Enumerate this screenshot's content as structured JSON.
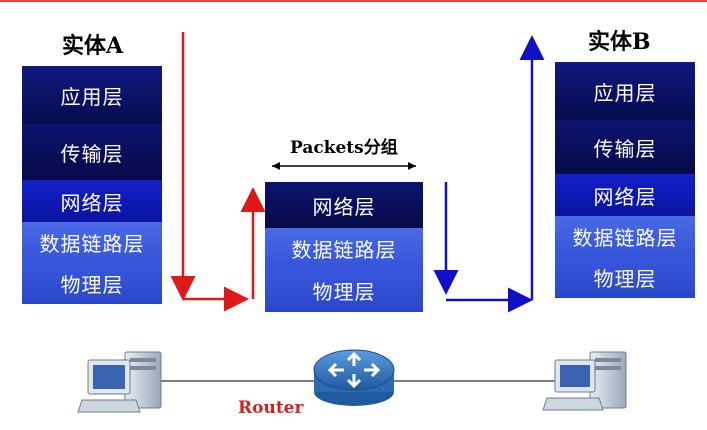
{
  "entity_a": {
    "title": "实体A",
    "layers": [
      "应用层",
      "传输层",
      "网络层",
      "数据链路层",
      "物理层"
    ]
  },
  "router_stack": {
    "label": "Packets分组",
    "layers": [
      "网络层",
      "数据链路层",
      "物理层"
    ]
  },
  "entity_b": {
    "title": "实体B",
    "layers": [
      "应用层",
      "传输层",
      "网络层",
      "数据链路层",
      "物理层"
    ]
  },
  "router": {
    "label": "Router"
  },
  "colors": {
    "dark_layer": "#0b0f5e",
    "mid_layer": "#1a2ac8",
    "light_layer": "#4a6ae6",
    "red_arrow": "#e01818",
    "blue_arrow": "#1010c8",
    "router_body": "#2f6fb5"
  }
}
